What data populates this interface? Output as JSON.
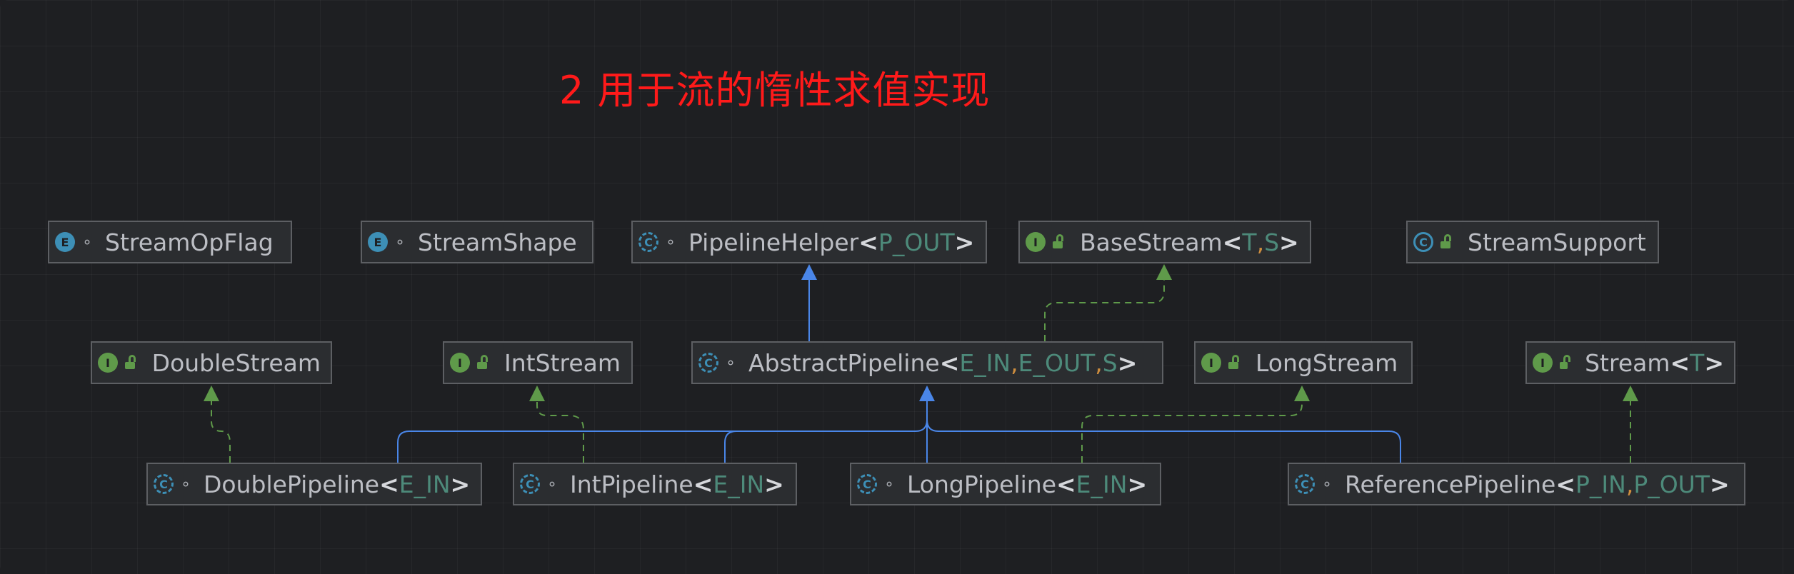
{
  "title": "2 用于流的惰性求值实现",
  "colors": {
    "background": "#1e1f22",
    "node_fill": "#2b2d30",
    "node_border": "#5d5f63",
    "title": "#ff1a1a",
    "extends_edge": "#4a86e8",
    "implements_edge": "#5f9a4a",
    "type_param": "#4d8a7a",
    "comma": "#cf8e3e"
  },
  "nodes": {
    "stream_op_flag": {
      "kind": "E",
      "name": "StreamOpFlag"
    },
    "stream_shape": {
      "kind": "E",
      "name": "StreamShape"
    },
    "pipeline_helper": {
      "kind": "C",
      "name": "PipelineHelper",
      "params": [
        "P_OUT"
      ]
    },
    "base_stream": {
      "kind": "I",
      "name": "BaseStream",
      "params": [
        "T",
        "S"
      ]
    },
    "stream_support": {
      "kind": "C",
      "name": "StreamSupport"
    },
    "double_stream": {
      "kind": "I",
      "name": "DoubleStream"
    },
    "int_stream": {
      "kind": "I",
      "name": "IntStream"
    },
    "abstract_pipeline": {
      "kind": "C",
      "name": "AbstractPipeline",
      "params": [
        "E_IN",
        "E_OUT",
        "S"
      ]
    },
    "long_stream": {
      "kind": "I",
      "name": "LongStream"
    },
    "stream": {
      "kind": "I",
      "name": "Stream",
      "params": [
        "T"
      ]
    },
    "double_pipeline": {
      "kind": "C",
      "name": "DoublePipeline",
      "params": [
        "E_IN"
      ]
    },
    "int_pipeline": {
      "kind": "C",
      "name": "IntPipeline",
      "params": [
        "E_IN"
      ]
    },
    "long_pipeline": {
      "kind": "C",
      "name": "LongPipeline",
      "params": [
        "E_IN"
      ]
    },
    "reference_pipeline": {
      "kind": "C",
      "name": "ReferencePipeline",
      "params": [
        "P_IN",
        "P_OUT"
      ]
    }
  },
  "badges": {
    "enum": "E",
    "interface": "I",
    "class": "C"
  },
  "glyphs": {
    "open": "<",
    "close": ">",
    "comma": ",",
    "package_private": "∘"
  }
}
